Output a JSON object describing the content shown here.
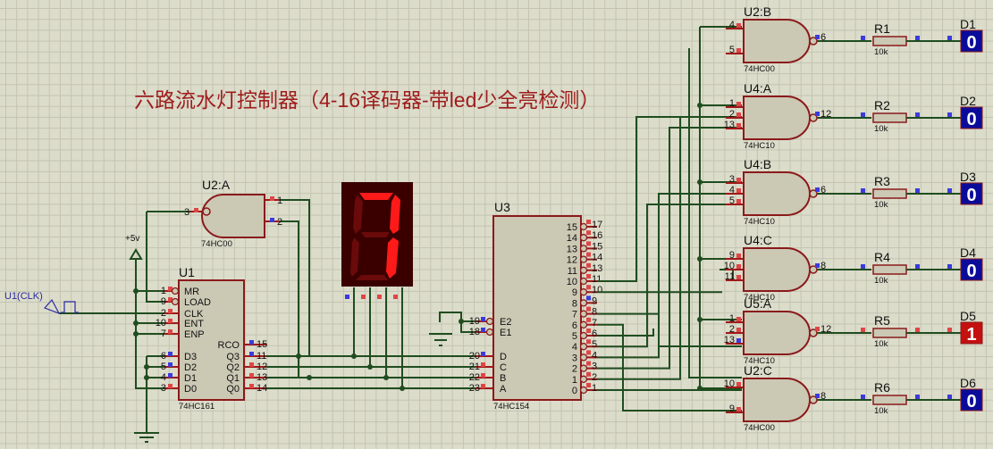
{
  "title": "六路流水灯控制器（4-16译码器-带led少全亮检测）",
  "colors": {
    "background": "#dcdccb",
    "wire": "#1f4d1f",
    "component_outline": "#8a1a1a",
    "component_fill": "#cbc8b4",
    "logic_high": "#e04545",
    "logic_low": "#3b3bdd",
    "probe_low": "#0b0b9a",
    "probe_high": "#c41010",
    "title_text": "#9e1c1c",
    "segment_on": "#ff1a1a",
    "segment_off": "#6a0a0a"
  },
  "clock": {
    "label": "U1(CLK)"
  },
  "power": {
    "label": "+5v"
  },
  "u2a": {
    "name": "U2:A",
    "device": "74HC00",
    "pins": [
      "3",
      "1",
      "2"
    ]
  },
  "u1": {
    "name": "U1",
    "device": "74HC161",
    "left_pins": [
      {
        "num": "1",
        "label": "MR"
      },
      {
        "num": "9",
        "label": "LOAD"
      },
      {
        "num": "2",
        "label": "CLK"
      },
      {
        "num": "10",
        "label": "ENT"
      },
      {
        "num": "7",
        "label": "ENP"
      },
      {
        "num": "6",
        "label": "D3"
      },
      {
        "num": "5",
        "label": "D2"
      },
      {
        "num": "4",
        "label": "D1"
      },
      {
        "num": "3",
        "label": "D0"
      }
    ],
    "right_pins": [
      {
        "num": "15",
        "label": "RCO"
      },
      {
        "num": "11",
        "label": "Q3"
      },
      {
        "num": "12",
        "label": "Q2"
      },
      {
        "num": "13",
        "label": "Q1"
      },
      {
        "num": "14",
        "label": "Q0"
      }
    ]
  },
  "seven_segment": {
    "displayed_digit": "7"
  },
  "u3": {
    "name": "U3",
    "device": "74HC154",
    "left_pins": [
      {
        "num": "19",
        "label": "E2"
      },
      {
        "num": "18",
        "label": "E1"
      },
      {
        "num": "20",
        "label": "D"
      },
      {
        "num": "21",
        "label": "C"
      },
      {
        "num": "22",
        "label": "B"
      },
      {
        "num": "23",
        "label": "A"
      }
    ],
    "outputs": [
      {
        "label": "15",
        "num": "17"
      },
      {
        "label": "14",
        "num": "16"
      },
      {
        "label": "13",
        "num": "15"
      },
      {
        "label": "12",
        "num": "14"
      },
      {
        "label": "11",
        "num": "13"
      },
      {
        "label": "10",
        "num": "11"
      },
      {
        "label": "9",
        "num": "10"
      },
      {
        "label": "8",
        "num": "9"
      },
      {
        "label": "7",
        "num": "8"
      },
      {
        "label": "6",
        "num": "7"
      },
      {
        "label": "5",
        "num": "6"
      },
      {
        "label": "4",
        "num": "5"
      },
      {
        "label": "3",
        "num": "4"
      },
      {
        "label": "2",
        "num": "3"
      },
      {
        "label": "1",
        "num": "2"
      },
      {
        "label": "0",
        "num": "1"
      }
    ]
  },
  "gates": [
    {
      "name": "U2:B",
      "device": "74HC00",
      "inputs": [
        "4",
        "5"
      ],
      "output": "6",
      "resistor": "R1",
      "value": "10k",
      "probe": "D1",
      "state": "0"
    },
    {
      "name": "U4:A",
      "device": "74HC10",
      "inputs": [
        "1",
        "2",
        "13"
      ],
      "output": "12",
      "resistor": "R2",
      "value": "10k",
      "probe": "D2",
      "state": "0"
    },
    {
      "name": "U4:B",
      "device": "74HC10",
      "inputs": [
        "3",
        "4",
        "5"
      ],
      "output": "6",
      "resistor": "R3",
      "value": "10k",
      "probe": "D3",
      "state": "0"
    },
    {
      "name": "U4:C",
      "device": "74HC10",
      "inputs": [
        "9",
        "10",
        "11"
      ],
      "output": "8",
      "resistor": "R4",
      "value": "10k",
      "probe": "D4",
      "state": "0"
    },
    {
      "name": "U5:A",
      "device": "74HC10",
      "inputs": [
        "1",
        "2",
        "13"
      ],
      "output": "12",
      "resistor": "R5",
      "value": "10k",
      "probe": "D5",
      "state": "1"
    },
    {
      "name": "U2:C",
      "device": "74HC00",
      "inputs": [
        "10",
        "9"
      ],
      "output": "8",
      "resistor": "R6",
      "value": "10k",
      "probe": "D6",
      "state": "0"
    }
  ]
}
